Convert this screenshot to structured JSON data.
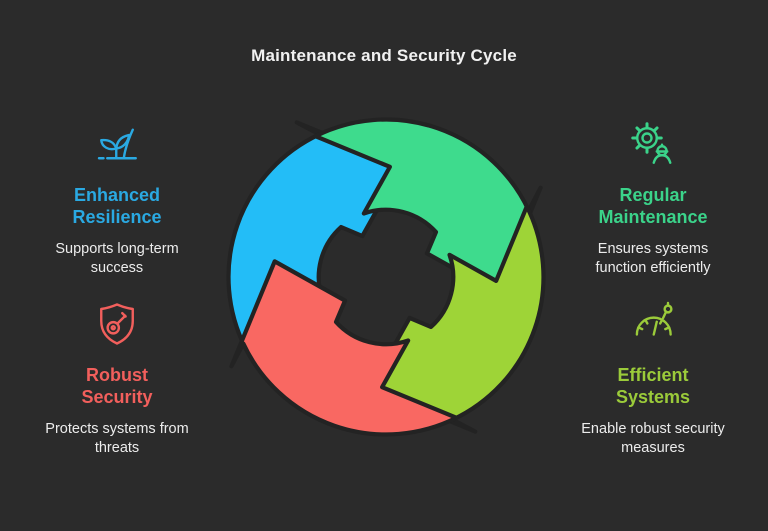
{
  "title": "Maintenance and Security Cycle",
  "colors": {
    "background": "#2b2b2b",
    "title_text": "#f1f1f1",
    "body_text": "#ececec"
  },
  "cycle": {
    "type": "circular-cycle",
    "direction": "clockwise",
    "segments": [
      {
        "name": "blue-arrow",
        "color": "#23bdf7"
      },
      {
        "name": "green-arrow",
        "color": "#3edb8d"
      },
      {
        "name": "lime-arrow",
        "color": "#9ed437"
      },
      {
        "name": "coral-arrow",
        "color": "#f96862"
      }
    ]
  },
  "panels": [
    {
      "icon": "sprout-icon",
      "accent": "#2aa9e2",
      "heading_line1": "Enhanced",
      "heading_line2": "Resilience",
      "description": "Supports long-term success"
    },
    {
      "icon": "gear-worker-icon",
      "accent": "#3bd38a",
      "heading_line1": "Regular",
      "heading_line2": "Maintenance",
      "description": "Ensures systems function efficiently"
    },
    {
      "icon": "shield-key-icon",
      "accent": "#f25f5c",
      "heading_line1": "Robust",
      "heading_line2": "Security",
      "description": "Protects systems from threats"
    },
    {
      "icon": "gauge-icon",
      "accent": "#9bcb3a",
      "heading_line1": "Efficient",
      "heading_line2": "Systems",
      "description": "Enable robust security measures"
    }
  ]
}
